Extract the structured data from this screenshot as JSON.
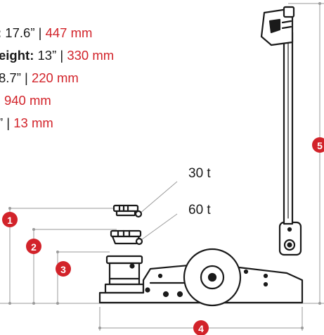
{
  "specs": [
    {
      "key_tail": ":",
      "imperial": " 17.6” | ",
      "metric": "447 mm"
    },
    {
      "key_tail": "eight:",
      "imperial": " 13” | ",
      "metric": "330 mm"
    },
    {
      "key_tail": "",
      "imperial": " 8.7” | ",
      "metric": "220 mm"
    },
    {
      "key_tail": "",
      "imperial": " | ",
      "metric": "940 mm"
    },
    {
      "key_tail": "",
      "imperial": "” | ",
      "metric": "13 mm"
    }
  ],
  "annotations": {
    "upper_saddle": "30 t",
    "lower_saddle": "60 t"
  },
  "badges": [
    "1",
    "2",
    "3",
    "4",
    "5"
  ],
  "colors": {
    "accent": "#d2232a",
    "line": "#1a1a1a",
    "dim": "#9a9a9a"
  }
}
